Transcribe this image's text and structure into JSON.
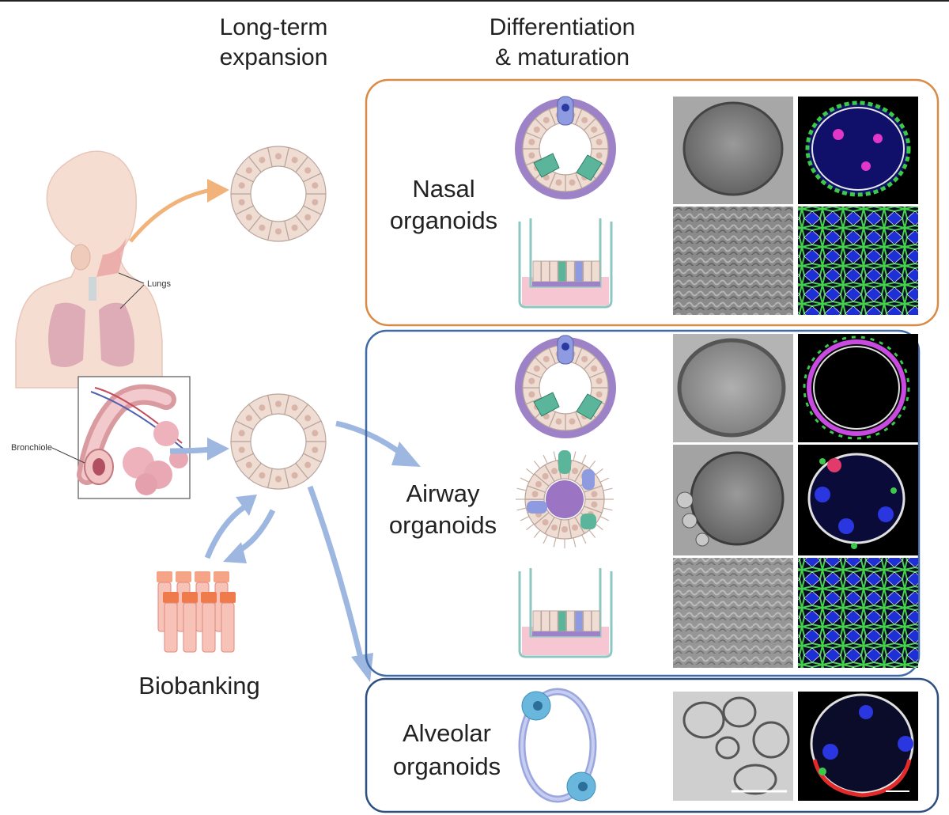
{
  "headings": {
    "expansion_line1": "Long-term",
    "expansion_line2": "expansion",
    "differentiation_line1": "Differentiation",
    "differentiation_line2": "& maturation"
  },
  "anatomy_labels": {
    "lungs": "Lungs",
    "bronchiole": "Bronchiole"
  },
  "biobanking": "Biobanking",
  "panels": {
    "nasal": {
      "line1": "Nasal",
      "line2": "organoids",
      "border_color": "#d98a45"
    },
    "airway": {
      "line1": "Airway",
      "line2": "organoids",
      "border_color": "#3f6aa5"
    },
    "alveolar": {
      "line1": "Alveolar",
      "line2": "organoids",
      "border_color": "#2d4f80"
    }
  },
  "colors": {
    "nasal_arrow": "#f2b37a",
    "blue_arrow": "#9db7e0",
    "cell_fill": "#efdcd3",
    "cell_nucleus": "#d8b5a8",
    "basal_purple": "#9d82c8",
    "ciliated_teal": "#5bb59a",
    "club_blue": "#8e9be0",
    "vial_orange": "#ef7b4c",
    "alveolar_blue": "#6ab7de"
  }
}
